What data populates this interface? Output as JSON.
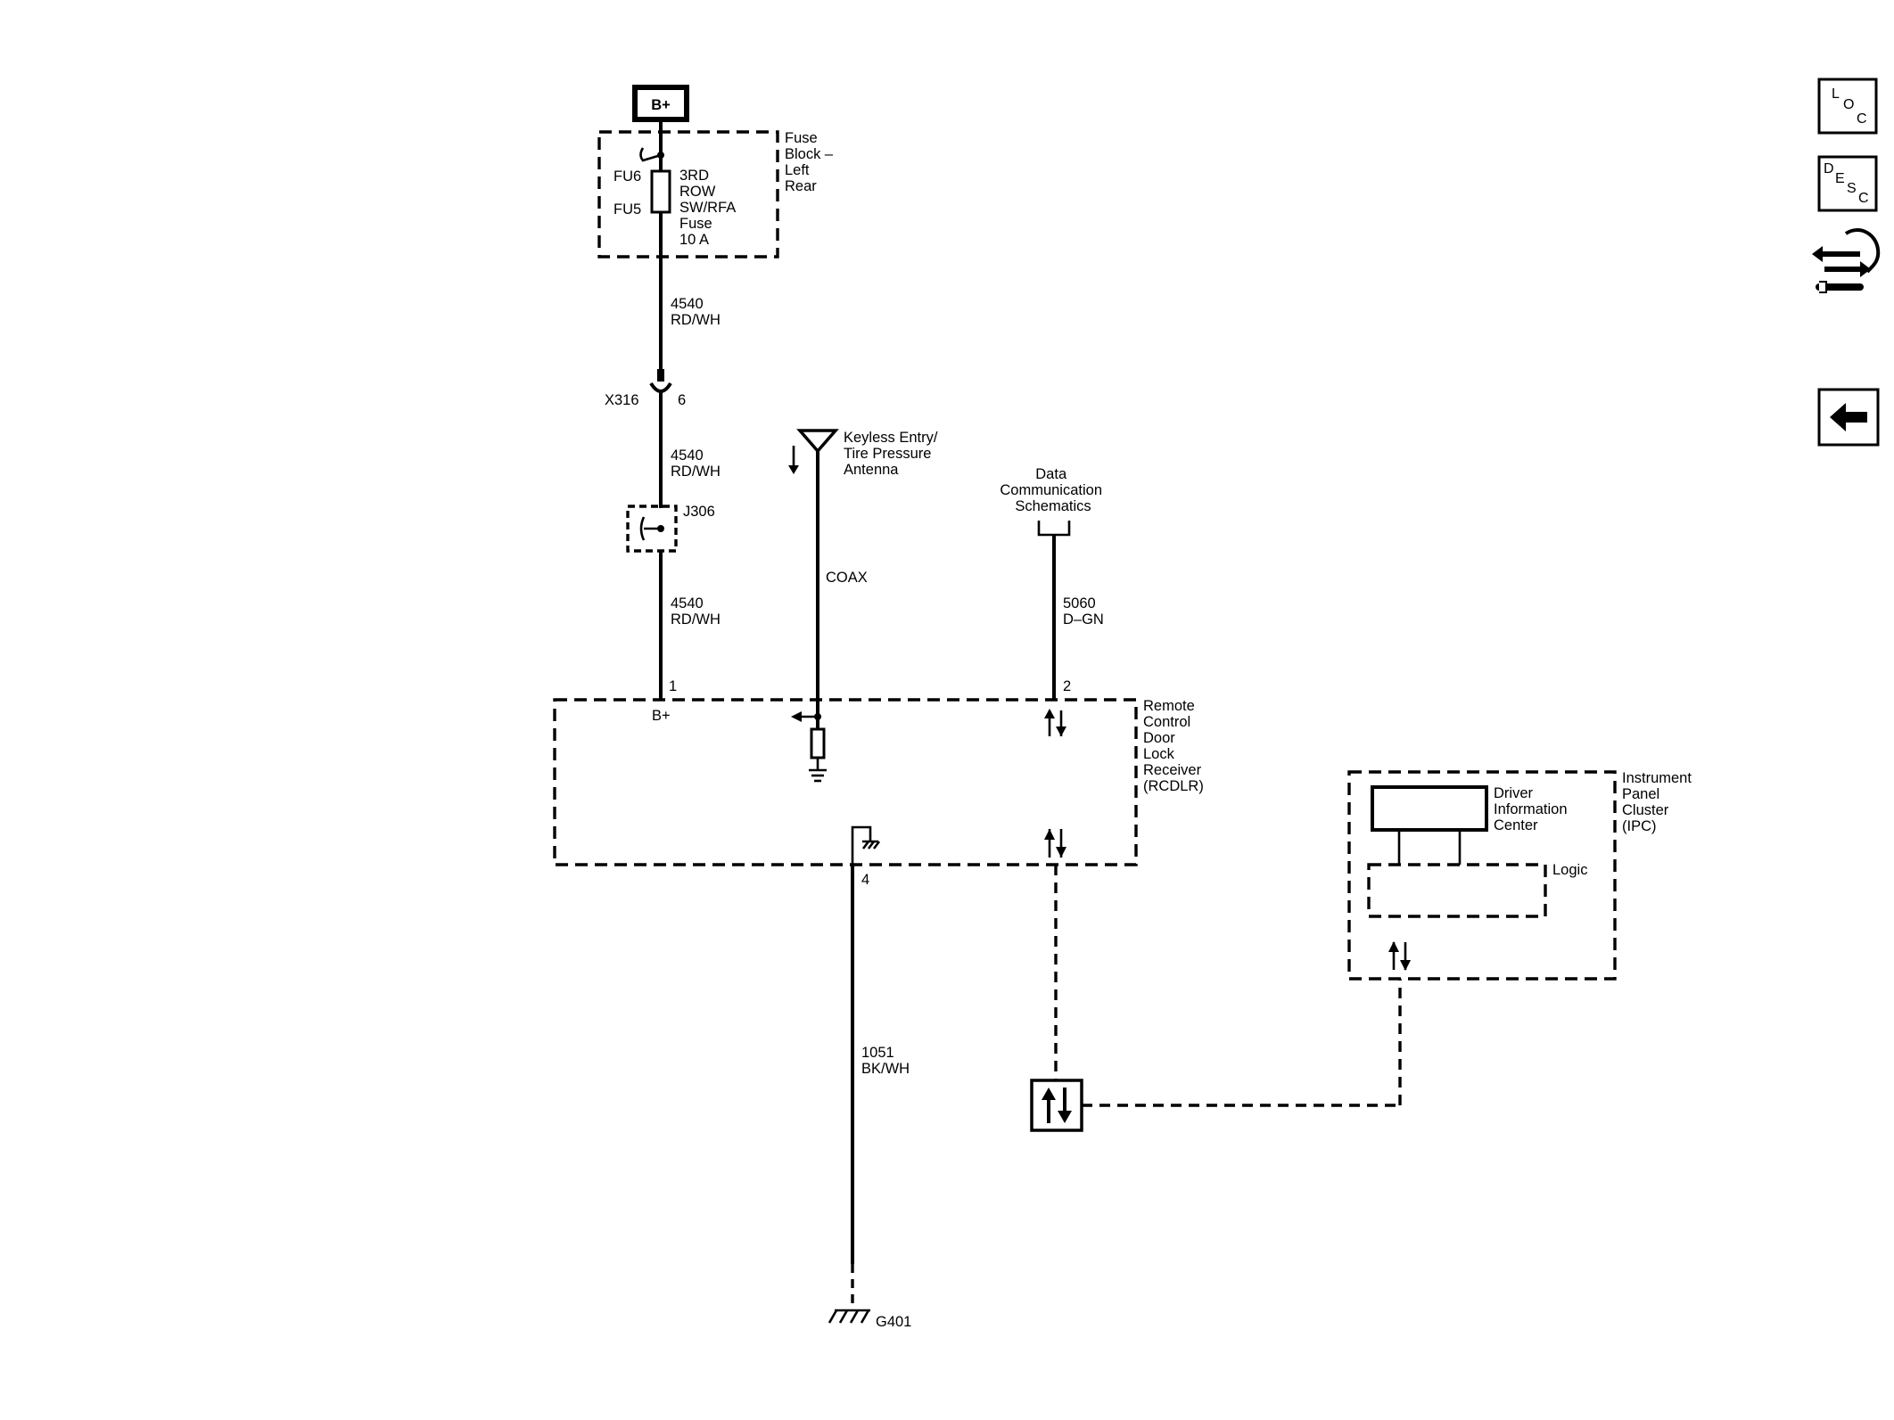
{
  "supply": {
    "label": "B+"
  },
  "fuse_block": {
    "name": [
      "Fuse",
      "Block –",
      "Left",
      "Rear"
    ],
    "fuse_ids": [
      "FU6",
      "FU5"
    ],
    "fuse_desc": [
      "3RD",
      "ROW",
      "SW/RFA",
      "Fuse",
      "10 A"
    ]
  },
  "wires": {
    "w1": [
      "4540",
      "RD/WH"
    ],
    "w2": [
      "4540",
      "RD/WH"
    ],
    "w3": [
      "4540",
      "RD/WH"
    ],
    "coax": "COAX",
    "data": [
      "5060",
      "D–GN"
    ],
    "ground": [
      "1051",
      "BK/WH"
    ]
  },
  "connectors": {
    "x316": "X316",
    "x316_pin": "6",
    "j306": "J306",
    "rcdlr_pin_bplus": "1",
    "rcdlr_pin_data": "2",
    "rcdlr_pin_ground": "4"
  },
  "antenna": {
    "label": [
      "Keyless Entry/",
      "Tire Pressure",
      "Antenna"
    ]
  },
  "data_comm": {
    "label": [
      "Data",
      "Communication",
      "Schematics"
    ]
  },
  "rcdlr": {
    "name": [
      "Remote",
      "Control",
      "Door",
      "Lock",
      "Receiver",
      "(RCDLR)"
    ],
    "bplus_label": "B+"
  },
  "ipc": {
    "name": [
      "Instrument",
      "Panel",
      "Cluster",
      "(IPC)"
    ],
    "dic_label": [
      "Driver",
      "Information",
      "Center"
    ],
    "logic_label": "Logic"
  },
  "ground": {
    "label": "G401"
  },
  "nav": {
    "loc": [
      "L",
      "O",
      "C"
    ],
    "desc": [
      "D",
      "E",
      "S",
      "C"
    ],
    "loc_icon": "loc-icon",
    "desc_icon": "desc-icon",
    "connector_icon": "connector-wrench-icon",
    "back_icon": "arrow-left-icon"
  }
}
